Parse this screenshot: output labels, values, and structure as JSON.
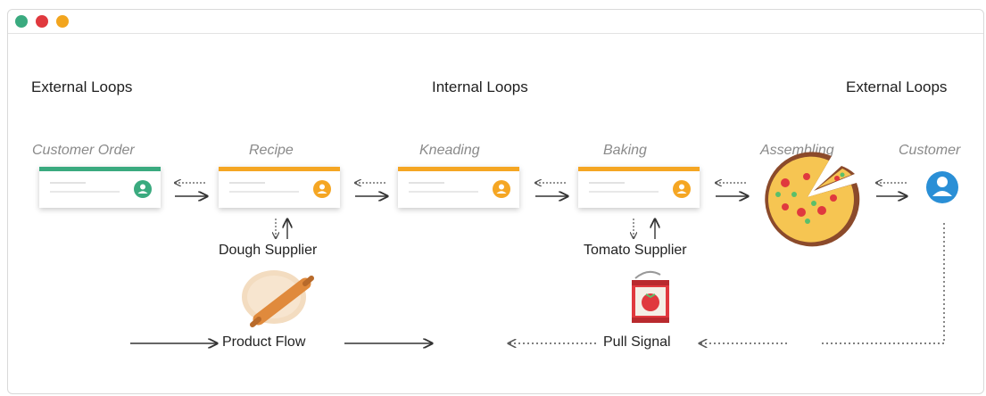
{
  "window": {
    "buttons": [
      "close",
      "minimize",
      "zoom"
    ]
  },
  "sections": {
    "left": "External Loops",
    "center": "Internal Loops",
    "right": "External Loops"
  },
  "steps": {
    "customer_order": "Customer Order",
    "recipe": "Recipe",
    "kneading": "Kneading",
    "baking": "Baking",
    "assembling": "Assembling",
    "customer": "Customer"
  },
  "suppliers": {
    "dough": "Dough Supplier",
    "tomato": "Tomato Supplier"
  },
  "legend": {
    "product_flow": "Product Flow",
    "pull_signal": "Pull Signal"
  },
  "colors": {
    "green": "#3aaa7f",
    "orange": "#f5a623",
    "blue": "#2a8fd6",
    "red": "#e0393e",
    "yellow_dot": "#f2a51e",
    "pizza_crust": "#d98a4e"
  },
  "icons": {
    "user": "user-badge-icon",
    "pizza": "pizza-icon",
    "dough": "dough-rolling-pin-icon",
    "tomato_can": "tomato-can-icon",
    "customer": "customer-avatar-icon"
  }
}
